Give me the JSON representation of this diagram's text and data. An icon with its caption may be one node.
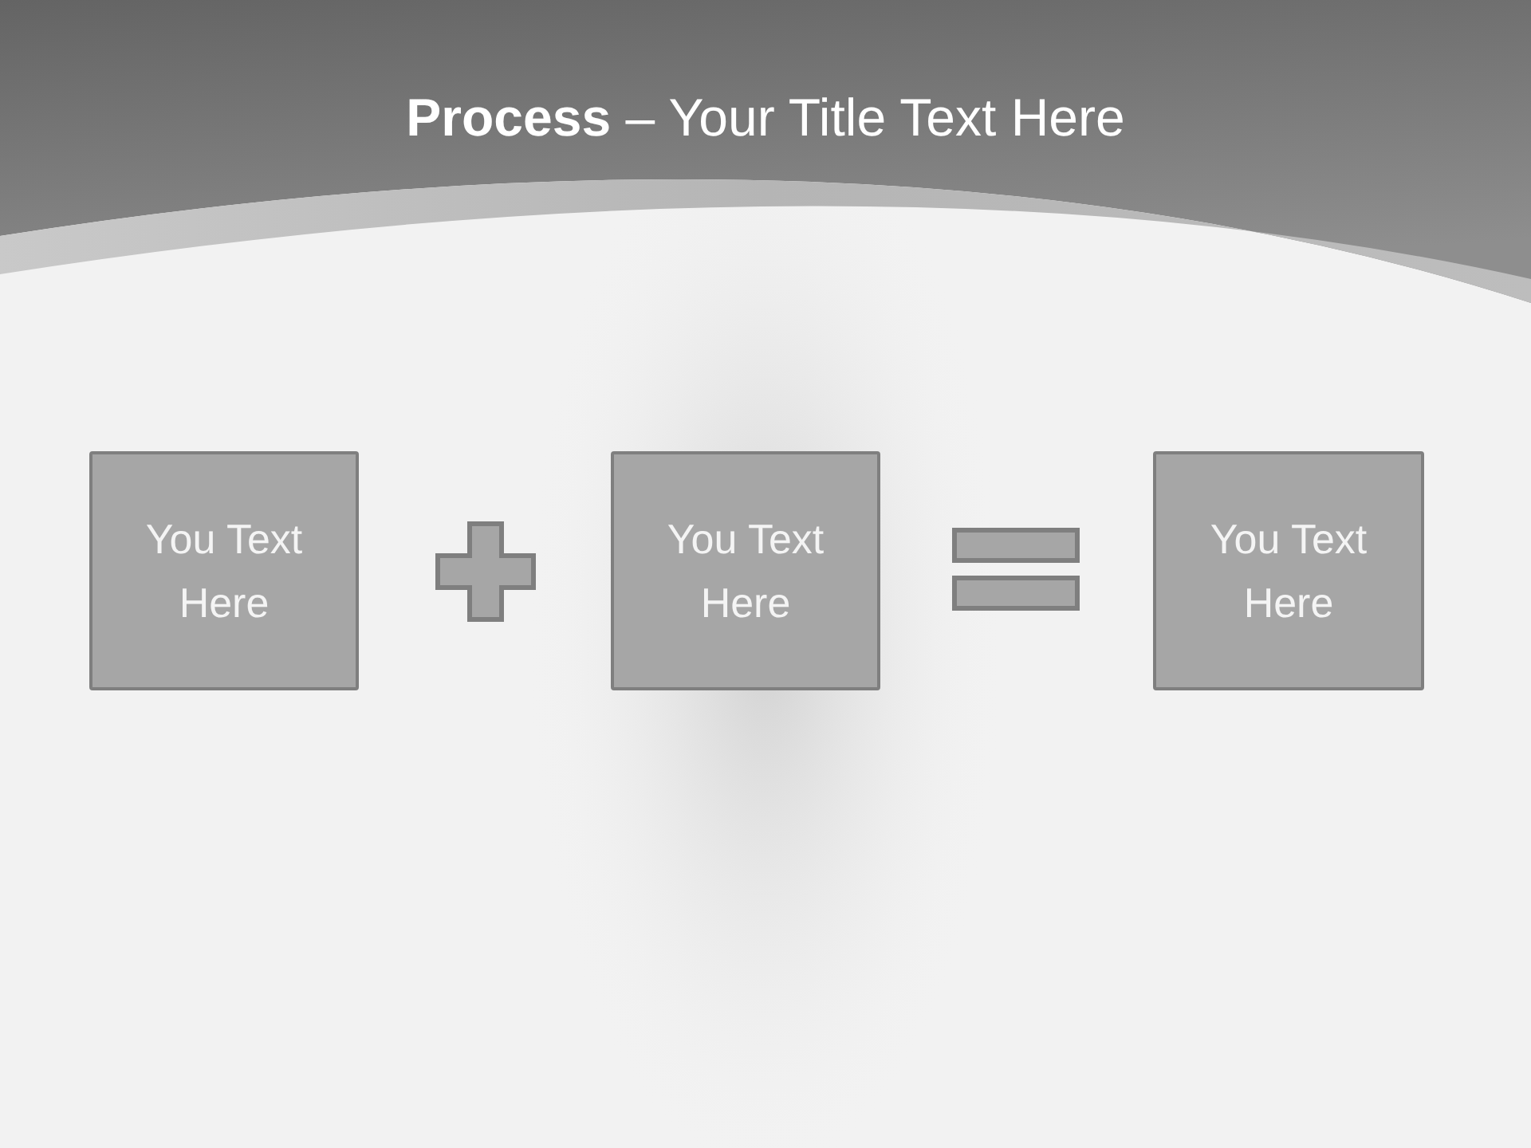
{
  "diagram": {
    "title": "**Process** – Your Title Text Here",
    "nodes": [
      {
        "text": [
          "You Text Here"
        ]
      },
      {
        "text": [
          "You Text Here"
        ]
      },
      {
        "text": [
          "You Text Here"
        ]
      }
    ]
  }
}
